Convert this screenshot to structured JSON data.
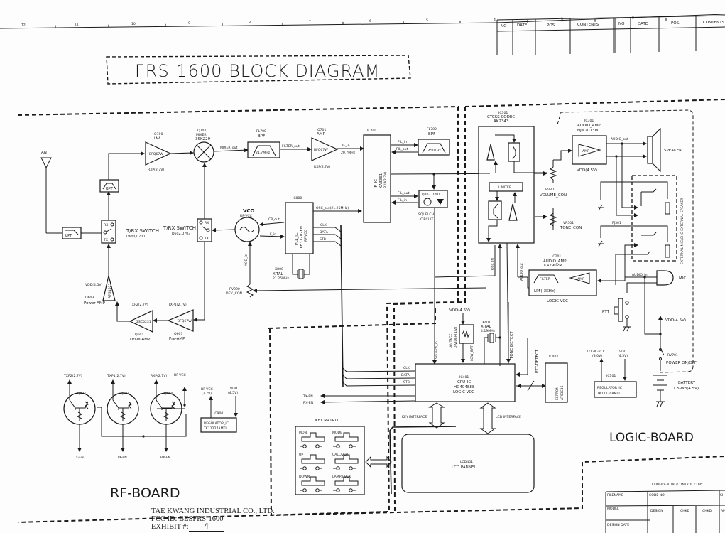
{
  "title": "FRS-1600 BLOCK DIAGRAM",
  "ruler": [
    "12",
    "11",
    "10",
    "9",
    "8",
    "7",
    "6",
    "5",
    "4",
    "3",
    "2",
    "1"
  ],
  "revision_table": {
    "headers_left": [
      "NO",
      "DATE",
      "POS.",
      "CONTENTS"
    ],
    "headers_right": [
      "NO",
      "DATE",
      "POS.",
      "CONTENTS"
    ]
  },
  "rf_board": {
    "label": "RF-BOARD",
    "ant": "ANT",
    "lpf": "LPF",
    "bpf": "BPF",
    "trx_switch_1": {
      "label": "T/RX SWITCH",
      "parts": "D600,D700",
      "rx": "RX",
      "tx": "TX"
    },
    "trx_switch_2": {
      "label": "T/RX SWITCH",
      "parts": "D602,D703",
      "rx": "RX",
      "tx": "TX"
    },
    "lna": {
      "ref": "Q700",
      "name": "LNA",
      "part": "BFQ67W",
      "supply": "RXP(2.7V)"
    },
    "mixer": {
      "ref": "Q702",
      "name": "MIXER",
      "part": "3SK229",
      "out": "MIXER_out"
    },
    "fl700": {
      "ref": "FL700",
      "name": "BPF",
      "freq": "21.7MHz",
      "out": "FILTER_out"
    },
    "amp701": {
      "ref": "Q701",
      "name": "AMP",
      "part": "BFQ67W",
      "supply": "RXP(2.7V)",
      "out": "IF_in",
      "freq": "20.7MHz"
    },
    "ic700": {
      "ref": "IC700",
      "name": "IF_IC",
      "part": "KA3361",
      "supply": "RXP(2.7V)"
    },
    "fl702": {
      "ref": "FL702",
      "name": "BPF",
      "freq": "450KHz",
      "fil_in": "FIL_in",
      "fil_out": "FIL_out"
    },
    "squelch": {
      "ref": "Q703 D701",
      "label1": "SQUELCH",
      "label2": "CIRCUIT",
      "fil_out": "FIL_out",
      "fil_in": "FIL_in"
    },
    "vco": {
      "name": "VCO",
      "supply": "RF-VCC",
      "cp_out": "CP_out",
      "f_in": "F_in",
      "mod_in": "MOD_in"
    },
    "pll": {
      "ref": "IC800",
      "name": "PLL_IC",
      "part": "TB31202FN",
      "supply": "RF-VCC",
      "osc_out": "OSC_out(21.25MHz)",
      "clk": "CLK",
      "data": "DATA",
      "stb": "STB"
    },
    "xtal800": {
      "ref": "X800",
      "name": "X-TAL",
      "freq": "21.25MHz"
    },
    "rv900": {
      "ref": "RV900",
      "name": "DEV._CON"
    },
    "power_amp": {
      "ref": "Q603",
      "name": "Power-AMP",
      "part": "AT-31625",
      "supply": "VDD(4.5V)"
    },
    "drive_amp": {
      "ref": "Q601",
      "name": "Drive-AMP",
      "part": "2SC5231",
      "supply": "TXP2(2.7V)"
    },
    "pre_amp": {
      "ref": "Q603",
      "name": "Pre-AMP",
      "part": "BFQ67W",
      "supply": "TXP1(2.7V)"
    },
    "switches": [
      {
        "ref": "Q931",
        "top": "TXP2(2.7V)",
        "bottom": "TX-EN"
      },
      {
        "ref": "Q604",
        "top": "TXP1(2.7V)",
        "bottom": "TX-EN"
      },
      {
        "ref": "Q900",
        "top": "RXP(2.7V)",
        "bottom": "RX-EN"
      }
    ],
    "rf_vcc_label": "RF-VCC",
    "regulator": {
      "ref": "IC900",
      "name": "REGULATOR_IC",
      "part": "TK11227AMTL",
      "out1": "RF-VCC",
      "out2": "(2.7V)",
      "in1": "VDD",
      "in2": "(4.5V)"
    }
  },
  "logic_board": {
    "label": "LOGIC-BOARD",
    "codec": {
      "ref": "IC301",
      "name": "CTCSS CODEC",
      "part": "AK2343",
      "amp": "AMP",
      "limiter": "LIMITER",
      "osc_in": "OSC_IN"
    },
    "audio_amp1": {
      "ref": "IC301",
      "name": "AUDIO_AMP",
      "part": "NJM2073M",
      "amp": "AMP",
      "supply": "VDD(4.5V)",
      "out": "AUDIO_out"
    },
    "speaker": "SPEAKER",
    "volume": {
      "ref": "RV301",
      "name": "VOLUME_CON"
    },
    "tone": {
      "ref": "VR501",
      "name": "TONE_CON"
    },
    "jack": {
      "ref": "PJ301",
      "label": "EXTERNAL MIC/CHG EXTERNAL SPEAKER"
    },
    "audio_amp2": {
      "ref": "IC201",
      "name": "AUDIO_AMP",
      "part": "KA2902M",
      "filter": "FILTER",
      "amp": "AMP",
      "lpf": "LPF(-3KHz)",
      "supply": "LOGIC-VCC",
      "out": "AUDIO_out"
    },
    "mic": "MIC",
    "audio_in": "AUDIO_in",
    "ptt": "PTT",
    "vdd": "VDD(4.5V)",
    "power_switch": {
      "ref": "RV701",
      "label": "POWER ON/OFF"
    },
    "battery": {
      "name": "BATTERY",
      "spec": "1.5Vx3(4.5V)"
    },
    "regulator": {
      "ref": "IC101",
      "name": "REGULATOR_IC",
      "part": "TK11230AMTL",
      "out1": "LOGIC-VCC",
      "out2": "(3.0V)",
      "in1": "VDD",
      "in2": "(4.5V)"
    },
    "cpu": {
      "ref": "IC401",
      "name": "CPU_IC",
      "part": "HD404888",
      "supply": "LOGIC-VCC",
      "clk": "CLK",
      "data": "DATA",
      "stb": "STB",
      "tx_en": "TX-EN",
      "rx_en": "RX-EN",
      "squelch_in": "Squelch_in",
      "low_bat": "LOW_BAT",
      "tone_detect": "TONE DETECT",
      "ptt_detect": "PTT-DETECT"
    },
    "divider": {
      "supply": "VDD(4.5V)",
      "label1": "VOLTAGE",
      "label2": "DIVIDER(1/2)"
    },
    "xtal401": {
      "ref": "X401",
      "name": "X-TAL",
      "freq": "4.19MHz"
    },
    "eeprom": {
      "ref": "IC402",
      "name": "EEPROM",
      "part": "AT93C46"
    },
    "key_interface": "KEY INTERFACE",
    "lcd_interface": "LCD INTERFACE",
    "key_matrix": {
      "title": "KEY MATRIX",
      "keys": [
        "MONI",
        "MODE",
        "UP",
        "CALL/VOX",
        "DOWN",
        "LAMP/LOCK"
      ]
    },
    "lcd": {
      "ref": "LCD401",
      "name": "LCD PANNEL"
    }
  },
  "title_block": {
    "confidential": "CONFIDENTIAL/CONTROL COPY",
    "filename": "FILENAME",
    "code_no": "CODE NO.",
    "sh": "SH",
    "model": "MODEL",
    "design": "DESIGN",
    "chkd1": "CHKD",
    "chkd2": "CHKD",
    "ap": "AP",
    "design_date": "DESIGN DATE"
  },
  "company": {
    "name": "TAE KWANG INDUSTRIAL CO., LTD.",
    "fcc": "FCC ID:  BESFRS-1600",
    "exhibit_label": "EXHIBIT #:",
    "exhibit_value": "4"
  }
}
